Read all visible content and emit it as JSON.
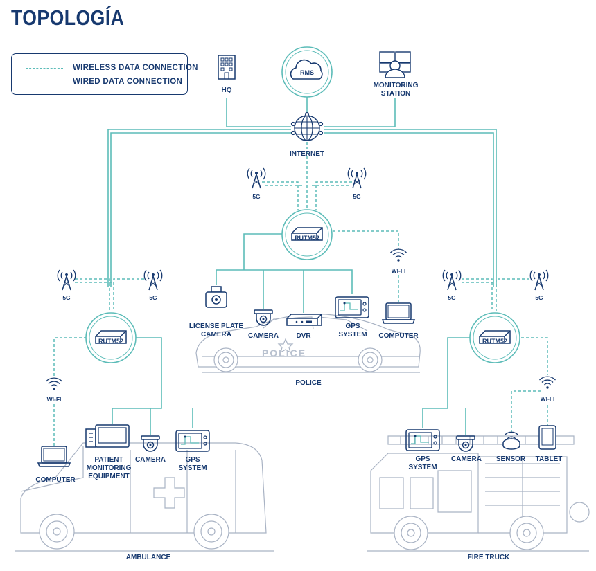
{
  "title": "TOPOLOGÍA",
  "legend": {
    "wireless": "WIRELESS DATA CONNECTION",
    "wired": "WIRED DATA CONNECTION"
  },
  "colors": {
    "navy": "#17396f",
    "teal": "#5cbcb8",
    "gray": "#9aa6b8"
  },
  "top": {
    "hq": "HQ",
    "rms": "RMS",
    "monitoring_station": "MONITORING STATION",
    "internet": "INTERNET"
  },
  "network": {
    "fiveg": "5G",
    "wifi": "WI-FI",
    "router": "RUTM52"
  },
  "police": {
    "label": "POLICE",
    "car_text": "POLICE",
    "devices": {
      "lpr_camera": "LICENSE PLATE CAMERA",
      "camera": "CAMERA",
      "dvr": "DVR",
      "gps": "GPS SYSTEM",
      "computer": "COMPUTER"
    }
  },
  "ambulance": {
    "label": "AMBULANCE",
    "devices": {
      "computer": "COMPUTER",
      "patient": "PATIENT MONITORING EQUIPMENT",
      "camera": "CAMERA",
      "gps": "GPS SYSTEM"
    }
  },
  "fire_truck": {
    "label": "FIRE TRUCK",
    "devices": {
      "gps": "GPS SYSTEM",
      "camera": "CAMERA",
      "sensor": "SENSOR",
      "tablet": "TABLET"
    }
  }
}
